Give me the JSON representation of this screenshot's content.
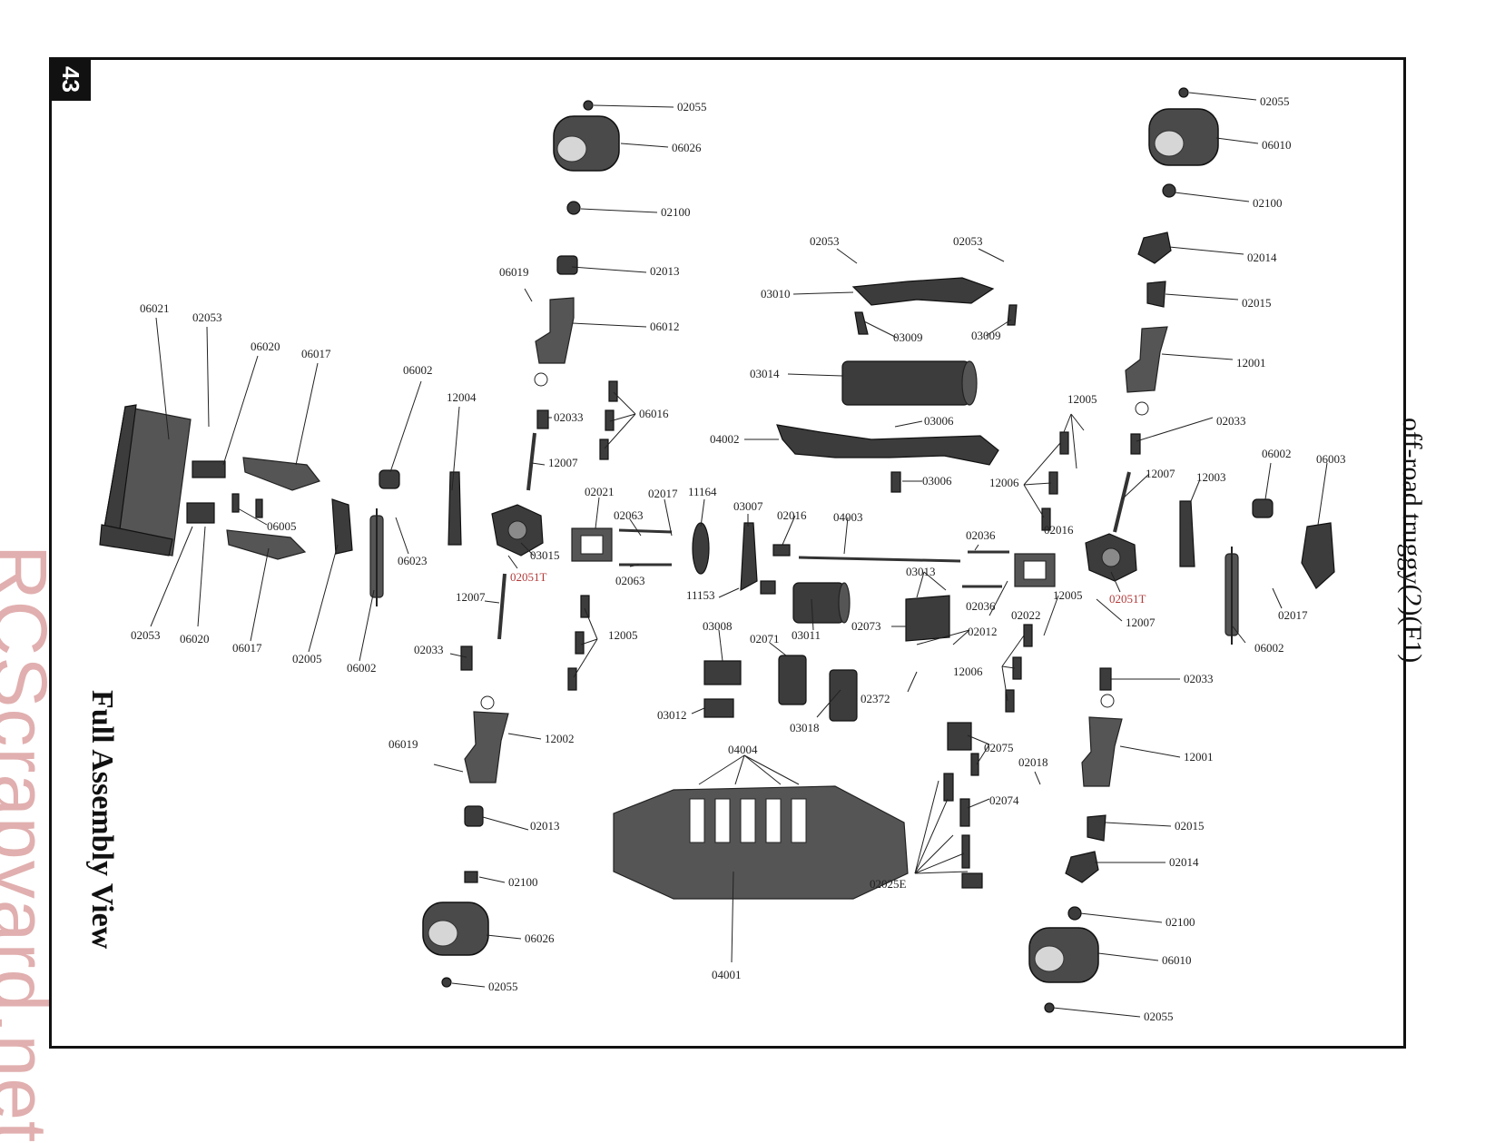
{
  "page_number": "43",
  "title_right": "off-road truggy(2)(F1)",
  "title_left": "Full Assembly View",
  "watermark": "RCScrapyard.net",
  "colors": {
    "frame": "#111111",
    "parts": "#555555",
    "highlight_label": "#b33a3a",
    "watermark": "#c86e6e"
  },
  "labels": {
    "t02055_tl": "02055",
    "t06026_tl": "06026",
    "t02100_tl": "02100",
    "t02013_tl": "02013",
    "t06019_tl": "06019",
    "t06012": "06012",
    "t02033_tl": "02033",
    "t06016": "06016",
    "t12007_tl": "12007",
    "t06021": "06021",
    "t02053_l": "02053",
    "t06020_t": "06020",
    "t06017_t": "06017",
    "t06002_tl": "06002",
    "t12004": "12004",
    "t06005": "06005",
    "t06023": "06023",
    "t02053_bl": "02053",
    "t06020_b": "06020",
    "t06017_b": "06017",
    "t02005": "02005",
    "t06002_bl": "06002",
    "t03015": "03015",
    "t02051T_l": "02051T",
    "t12007_ml": "12007",
    "t02021": "02021",
    "t02063_t": "02063",
    "t02063_b": "02063",
    "t02017_c": "02017",
    "t11164": "11164",
    "t11153": "11153",
    "t12005_cl": "12005",
    "t02033_bl": "02033",
    "t12002": "12002",
    "t06019_bl": "06019",
    "t02013_bl": "02013",
    "t02100_bl": "02100",
    "t06026_bl": "06026",
    "t02055_bl": "02055",
    "t02053_c1": "02053",
    "t02053_c2": "02053",
    "t03010": "03010",
    "t03009_1": "03009",
    "t03009_2": "03009",
    "t03014": "03014",
    "t03006_1": "03006",
    "t04002": "04002",
    "t03006_2": "03006",
    "t03007": "03007",
    "t02016_c": "02016",
    "t04003": "04003",
    "t03013": "03013",
    "t03008": "03008",
    "t03011": "03011",
    "t02071": "02071",
    "t03012": "03012",
    "t03018": "03018",
    "t02073": "02073",
    "t02012": "02012",
    "t02372": "02372",
    "t04004": "04004",
    "t04001": "04001",
    "t02075": "02075",
    "t02074": "02074",
    "t02025E": "02025E",
    "t02018": "02018",
    "t02036_t": "02036",
    "t02036_b": "02036",
    "t02022": "02022",
    "t02016_r": "02016",
    "t12006_c": "12006",
    "t12006_r": "12006",
    "t12005_r1": "12005",
    "t12005_r2": "12005",
    "t02055_tr": "02055",
    "t06010_tr": "06010",
    "t02100_tr": "02100",
    "t02014_tr": "02014",
    "t02015_tr": "02015",
    "t12001_tr": "12001",
    "t02033_tr": "02033",
    "t12007_tr": "12007",
    "t12003": "12003",
    "t06002_tr": "06002",
    "t06003": "06003",
    "t02051T_r": "02051T",
    "t12007_mr": "12007",
    "t02017_r": "02017",
    "t06002_br": "06002",
    "t02033_br": "02033",
    "t12001_br": "12001",
    "t02015_br": "02015",
    "t02014_br": "02014",
    "t02100_br": "02100",
    "t06010_br": "06010",
    "t02055_br": "02055"
  }
}
